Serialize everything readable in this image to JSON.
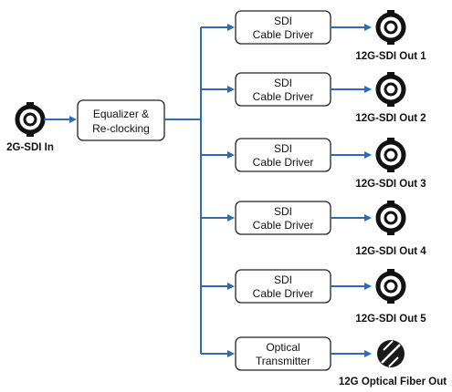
{
  "colors": {
    "arrow": "#2b6cb7",
    "box_fill": "#ffffff",
    "box_stroke": "#222222",
    "connector": "#111111"
  },
  "input": {
    "label": "2G-SDI In",
    "icon": "bnc-connector-icon"
  },
  "processor": {
    "line1": "Equalizer &",
    "line2": "Re-clocking"
  },
  "outputs": [
    {
      "line1": "SDI",
      "line2": "Cable Driver",
      "label": "12G-SDI Out 1",
      "icon": "bnc-connector-icon"
    },
    {
      "line1": "SDI",
      "line2": "Cable Driver",
      "label": "12G-SDI Out 2",
      "icon": "bnc-connector-icon"
    },
    {
      "line1": "SDI",
      "line2": "Cable Driver",
      "label": "12G-SDI Out 3",
      "icon": "bnc-connector-icon"
    },
    {
      "line1": "SDI",
      "line2": "Cable Driver",
      "label": "12G-SDI Out 4",
      "icon": "bnc-connector-icon"
    },
    {
      "line1": "SDI",
      "line2": "Cable Driver",
      "label": "12G-SDI Out 5",
      "icon": "bnc-connector-icon"
    },
    {
      "line1": "Optical",
      "line2": "Transmitter",
      "label": "12G Optical Fiber Out",
      "icon": "fiber-connector-icon"
    }
  ]
}
